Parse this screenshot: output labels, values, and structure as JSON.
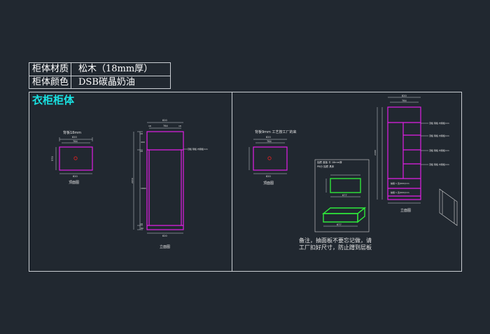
{
  "spec_table": {
    "rows": [
      {
        "key": "柜体材质",
        "value": "松木（18mm厚）"
      },
      {
        "key": "柜体颜色",
        "value": "DSB碳晶奶油"
      }
    ]
  },
  "title": "衣柜柜体",
  "left_drawing": {
    "back_panel_note": "背板18mm",
    "top_view_label": "顶面图",
    "front_view_label": "立面图",
    "top_width": "820",
    "top_inner": "784",
    "top_depth": "570",
    "elev_width": "820",
    "elev_inner": "784",
    "elev_height": "2650",
    "top_sections": [
      "18",
      "400",
      "18"
    ],
    "mid_section": "1664",
    "bottom_sections": [
      "18",
      "80"
    ],
    "side_thickness": "18",
    "shelf_note": "顶板 隔板 内隔板mm"
  },
  "right_drawing": {
    "back_panel_note": "背板9mm 工艺按工厂的来",
    "top_view_label": "顶面图",
    "front_view_label": "立面图",
    "top_width": "820",
    "top_inner": "784",
    "drawer_detail_title": "抽屉 盖板 平  18mm厚",
    "drawer_detail_sub": "PB分 抽屉 具体",
    "drawer_width": "677",
    "elev_width": "820",
    "elev_inner": "784",
    "elev_height": "2400",
    "shelf_notes": [
      "顶板 隔板 内隔板mm",
      "顶板 隔板 内隔板mm",
      "顶板 隔板 内隔板mm",
      "顶板 隔板 内隔板mm"
    ],
    "drawer_labels": [
      "抽屉 1 宽(600)mm",
      "抽屉 1 宽(600)mm"
    ],
    "remark": [
      "备注，抽面板不要忘记做，请",
      "工厂扣好尺寸，防止蹭到层板"
    ]
  }
}
